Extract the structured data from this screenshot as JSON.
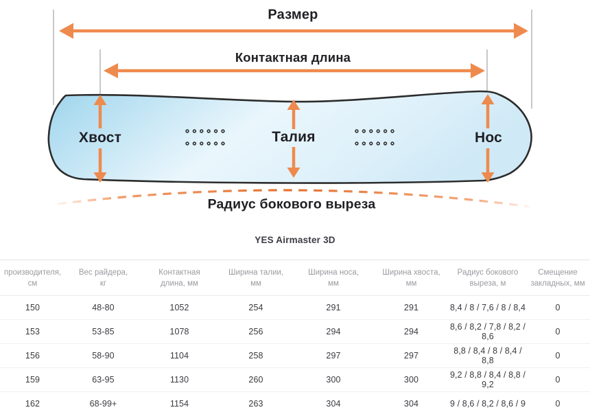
{
  "diagram": {
    "size_label": "Размер",
    "contact_length_label": "Контактная длина",
    "tail_label": "Хвост",
    "waist_label": "Талия",
    "nose_label": "Нос",
    "sidecut_label": "Радиус бокового выреза"
  },
  "title": "YES Airmaster 3D",
  "table": {
    "headers": [
      [
        "производителя,",
        "см"
      ],
      [
        "Вес райдера,",
        "кг"
      ],
      [
        "Контактная",
        "длина, мм"
      ],
      [
        "Ширина талии,",
        "мм"
      ],
      [
        "Ширина носа,",
        "мм"
      ],
      [
        "Ширина хвоста,",
        "мм"
      ],
      [
        "Радиус бокового",
        "выреза, м"
      ],
      [
        "Смещение",
        "закладных, мм"
      ]
    ],
    "rows": [
      [
        "150",
        "48-80",
        "1052",
        "254",
        "291",
        "291",
        "8,4 / 8 / 7,6 / 8 / 8,4",
        "0"
      ],
      [
        "153",
        "53-85",
        "1078",
        "256",
        "294",
        "294",
        "8,6 / 8,2 / 7,8 / 8,2 / 8,6",
        "0"
      ],
      [
        "156",
        "58-90",
        "1104",
        "258",
        "297",
        "297",
        "8,8 / 8,4 / 8 / 8,4 / 8,8",
        "0"
      ],
      [
        "159",
        "63-95",
        "1130",
        "260",
        "300",
        "300",
        "9,2 / 8,8 / 8,4 / 8,8 / 9,2",
        "0"
      ],
      [
        "162",
        "68-99+",
        "1154",
        "263",
        "304",
        "304",
        "9 / 8,6 / 8,2 / 8,6 / 9",
        "0"
      ]
    ]
  },
  "colors": {
    "accent_orange": "#EE8A4D",
    "board_fill_blue": "#A6D8EE",
    "board_fill_light": "#EAF6FC",
    "board_outline": "#2C2C2C",
    "guide_line": "#8F8F8F",
    "header_text": "#9B9BA1",
    "cell_text": "#3A3A40"
  }
}
